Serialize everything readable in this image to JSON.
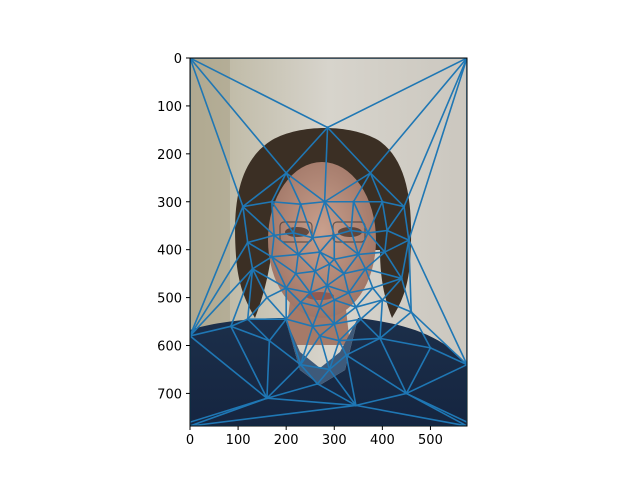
{
  "chart_data": {
    "type": "scatter",
    "title": "",
    "xlabel": "",
    "ylabel": "",
    "xlim": [
      0,
      576
    ],
    "ylim": [
      768,
      0
    ],
    "y_axis_inverted": true,
    "grid": false,
    "legend": "none",
    "background": "photo",
    "x_ticks": [
      0,
      100,
      200,
      300,
      400,
      500
    ],
    "y_ticks": [
      0,
      100,
      200,
      300,
      400,
      500,
      600,
      700
    ],
    "series": [
      {
        "color": "#1f77b4",
        "points": [
          [
            0,
            0
          ],
          [
            576,
            0
          ],
          [
            0,
            768
          ],
          [
            576,
            768
          ],
          [
            0,
            580
          ],
          [
            576,
            640
          ],
          [
            0,
            760
          ],
          [
            576,
            760
          ],
          [
            286,
            145
          ],
          [
            200,
            240
          ],
          [
            375,
            240
          ],
          [
            110,
            310
          ],
          [
            170,
            300
          ],
          [
            230,
            305
          ],
          [
            280,
            300
          ],
          [
            340,
            300
          ],
          [
            400,
            300
          ],
          [
            445,
            310
          ],
          [
            120,
            385
          ],
          [
            175,
            370
          ],
          [
            215,
            365
          ],
          [
            255,
            375
          ],
          [
            300,
            370
          ],
          [
            335,
            360
          ],
          [
            370,
            365
          ],
          [
            410,
            360
          ],
          [
            455,
            380
          ],
          [
            170,
            415
          ],
          [
            225,
            410
          ],
          [
            270,
            405
          ],
          [
            300,
            420
          ],
          [
            350,
            410
          ],
          [
            405,
            405
          ],
          [
            220,
            450
          ],
          [
            260,
            445
          ],
          [
            290,
            430
          ],
          [
            320,
            450
          ],
          [
            365,
            440
          ],
          [
            130,
            440
          ],
          [
            440,
            460
          ],
          [
            200,
            480
          ],
          [
            250,
            490
          ],
          [
            285,
            475
          ],
          [
            330,
            490
          ],
          [
            380,
            480
          ],
          [
            160,
            500
          ],
          [
            230,
            510
          ],
          [
            270,
            520
          ],
          [
            300,
            505
          ],
          [
            345,
            520
          ],
          [
            400,
            505
          ],
          [
            120,
            545
          ],
          [
            200,
            545
          ],
          [
            255,
            560
          ],
          [
            300,
            555
          ],
          [
            355,
            545
          ],
          [
            460,
            530
          ],
          [
            85,
            560
          ],
          [
            165,
            590
          ],
          [
            270,
            580
          ],
          [
            310,
            590
          ],
          [
            395,
            585
          ],
          [
            500,
            605
          ],
          [
            160,
            710
          ],
          [
            265,
            680
          ],
          [
            345,
            725
          ],
          [
            450,
            700
          ],
          [
            290,
            650
          ],
          [
            325,
            620
          ],
          [
            230,
            640
          ]
        ]
      }
    ]
  }
}
